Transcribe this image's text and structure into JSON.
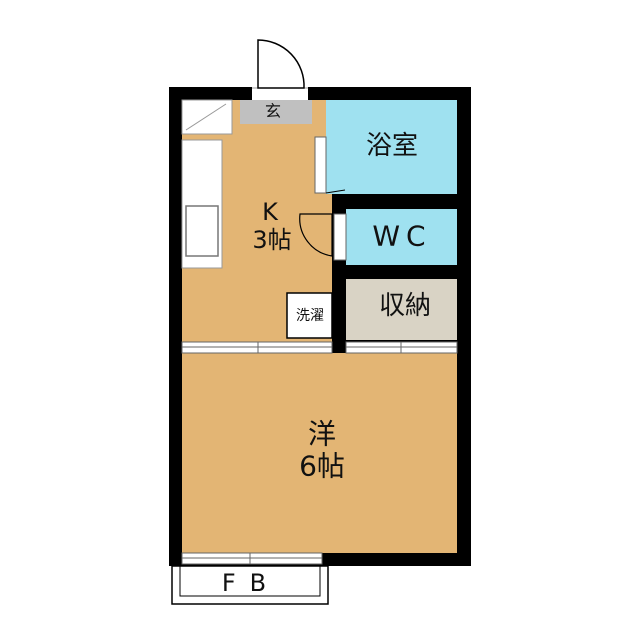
{
  "rooms": {
    "genkan": {
      "label": "玄"
    },
    "kitchen": {
      "label_line1": "K",
      "label_line2": "3帖"
    },
    "bathroom": {
      "label": "浴室"
    },
    "wc": {
      "label": "WC"
    },
    "storage": {
      "label": "収納"
    },
    "laundry": {
      "label": "洗濯"
    },
    "western": {
      "label_line1": "洋",
      "label_line2": "6帖"
    },
    "balcony": {
      "label": "FB"
    }
  },
  "colors": {
    "wall": "#000000",
    "floor": "#e3b574",
    "wet_room": "#9fe1f0",
    "storage": "#d9d3c5",
    "genkan": "#c0c0c0",
    "background": "#ffffff"
  }
}
